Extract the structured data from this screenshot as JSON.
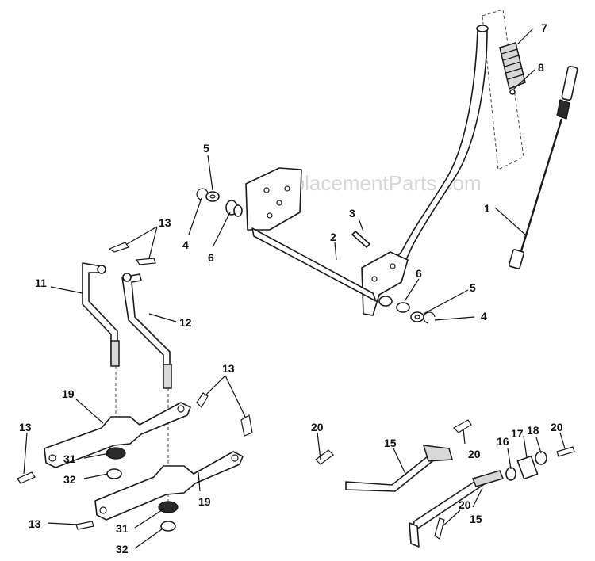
{
  "watermark": "eReplacementParts.com",
  "callouts": {
    "c1": "1",
    "c2": "2",
    "c3": "3",
    "c4a": "4",
    "c4b": "4",
    "c5a": "5",
    "c5b": "5",
    "c6a": "6",
    "c6b": "6",
    "c7": "7",
    "c8": "8",
    "c11": "11",
    "c12": "12",
    "c13a": "13",
    "c13b": "13",
    "c13c": "13",
    "c13d": "13",
    "c15a": "15",
    "c15b": "15",
    "c16": "16",
    "c17": "17",
    "c18": "18",
    "c19a": "19",
    "c19b": "19",
    "c20a": "20",
    "c20b": "20",
    "c20c": "20",
    "c20d": "20",
    "c31a": "31",
    "c31b": "31",
    "c32a": "32",
    "c32b": "32"
  }
}
